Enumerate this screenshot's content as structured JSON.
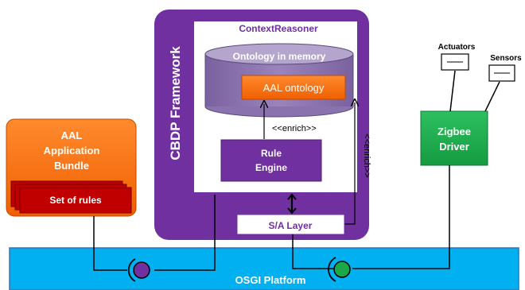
{
  "framework": {
    "label": "CBDP Framework",
    "color": "#7030A0"
  },
  "context_reasoner": {
    "label": "ContextReasoner"
  },
  "ontology_memory": {
    "label": "Ontology in memory",
    "color": "#8064A2"
  },
  "aal_ontology": {
    "label": "AAL ontology",
    "color": "#FF6600"
  },
  "rule_engine": {
    "line1": "Rule",
    "line2": "Engine"
  },
  "enrich_horizontal": {
    "label": "<<enrich>>"
  },
  "enrich_vertical": {
    "label": "<<enrich>>"
  },
  "sa_layer": {
    "label": "S/A Layer"
  },
  "aal_bundle": {
    "line1": "AAL",
    "line2": "Application",
    "line3": "Bundle",
    "color": "#FF6600"
  },
  "set_of_rules": {
    "label": "Set of rules",
    "color": "#C00000"
  },
  "zigbee_driver": {
    "line1": "Zigbee",
    "line2": "Driver",
    "color": "#1BA84A"
  },
  "actuators": {
    "label": "Actuators"
  },
  "sensors": {
    "label": "Sensors"
  },
  "osgi_platform": {
    "label": "OSGI Platform",
    "color": "#00B0F0"
  },
  "left_connector": {
    "color": "#7030A0"
  },
  "right_connector": {
    "color": "#1BA84A"
  }
}
